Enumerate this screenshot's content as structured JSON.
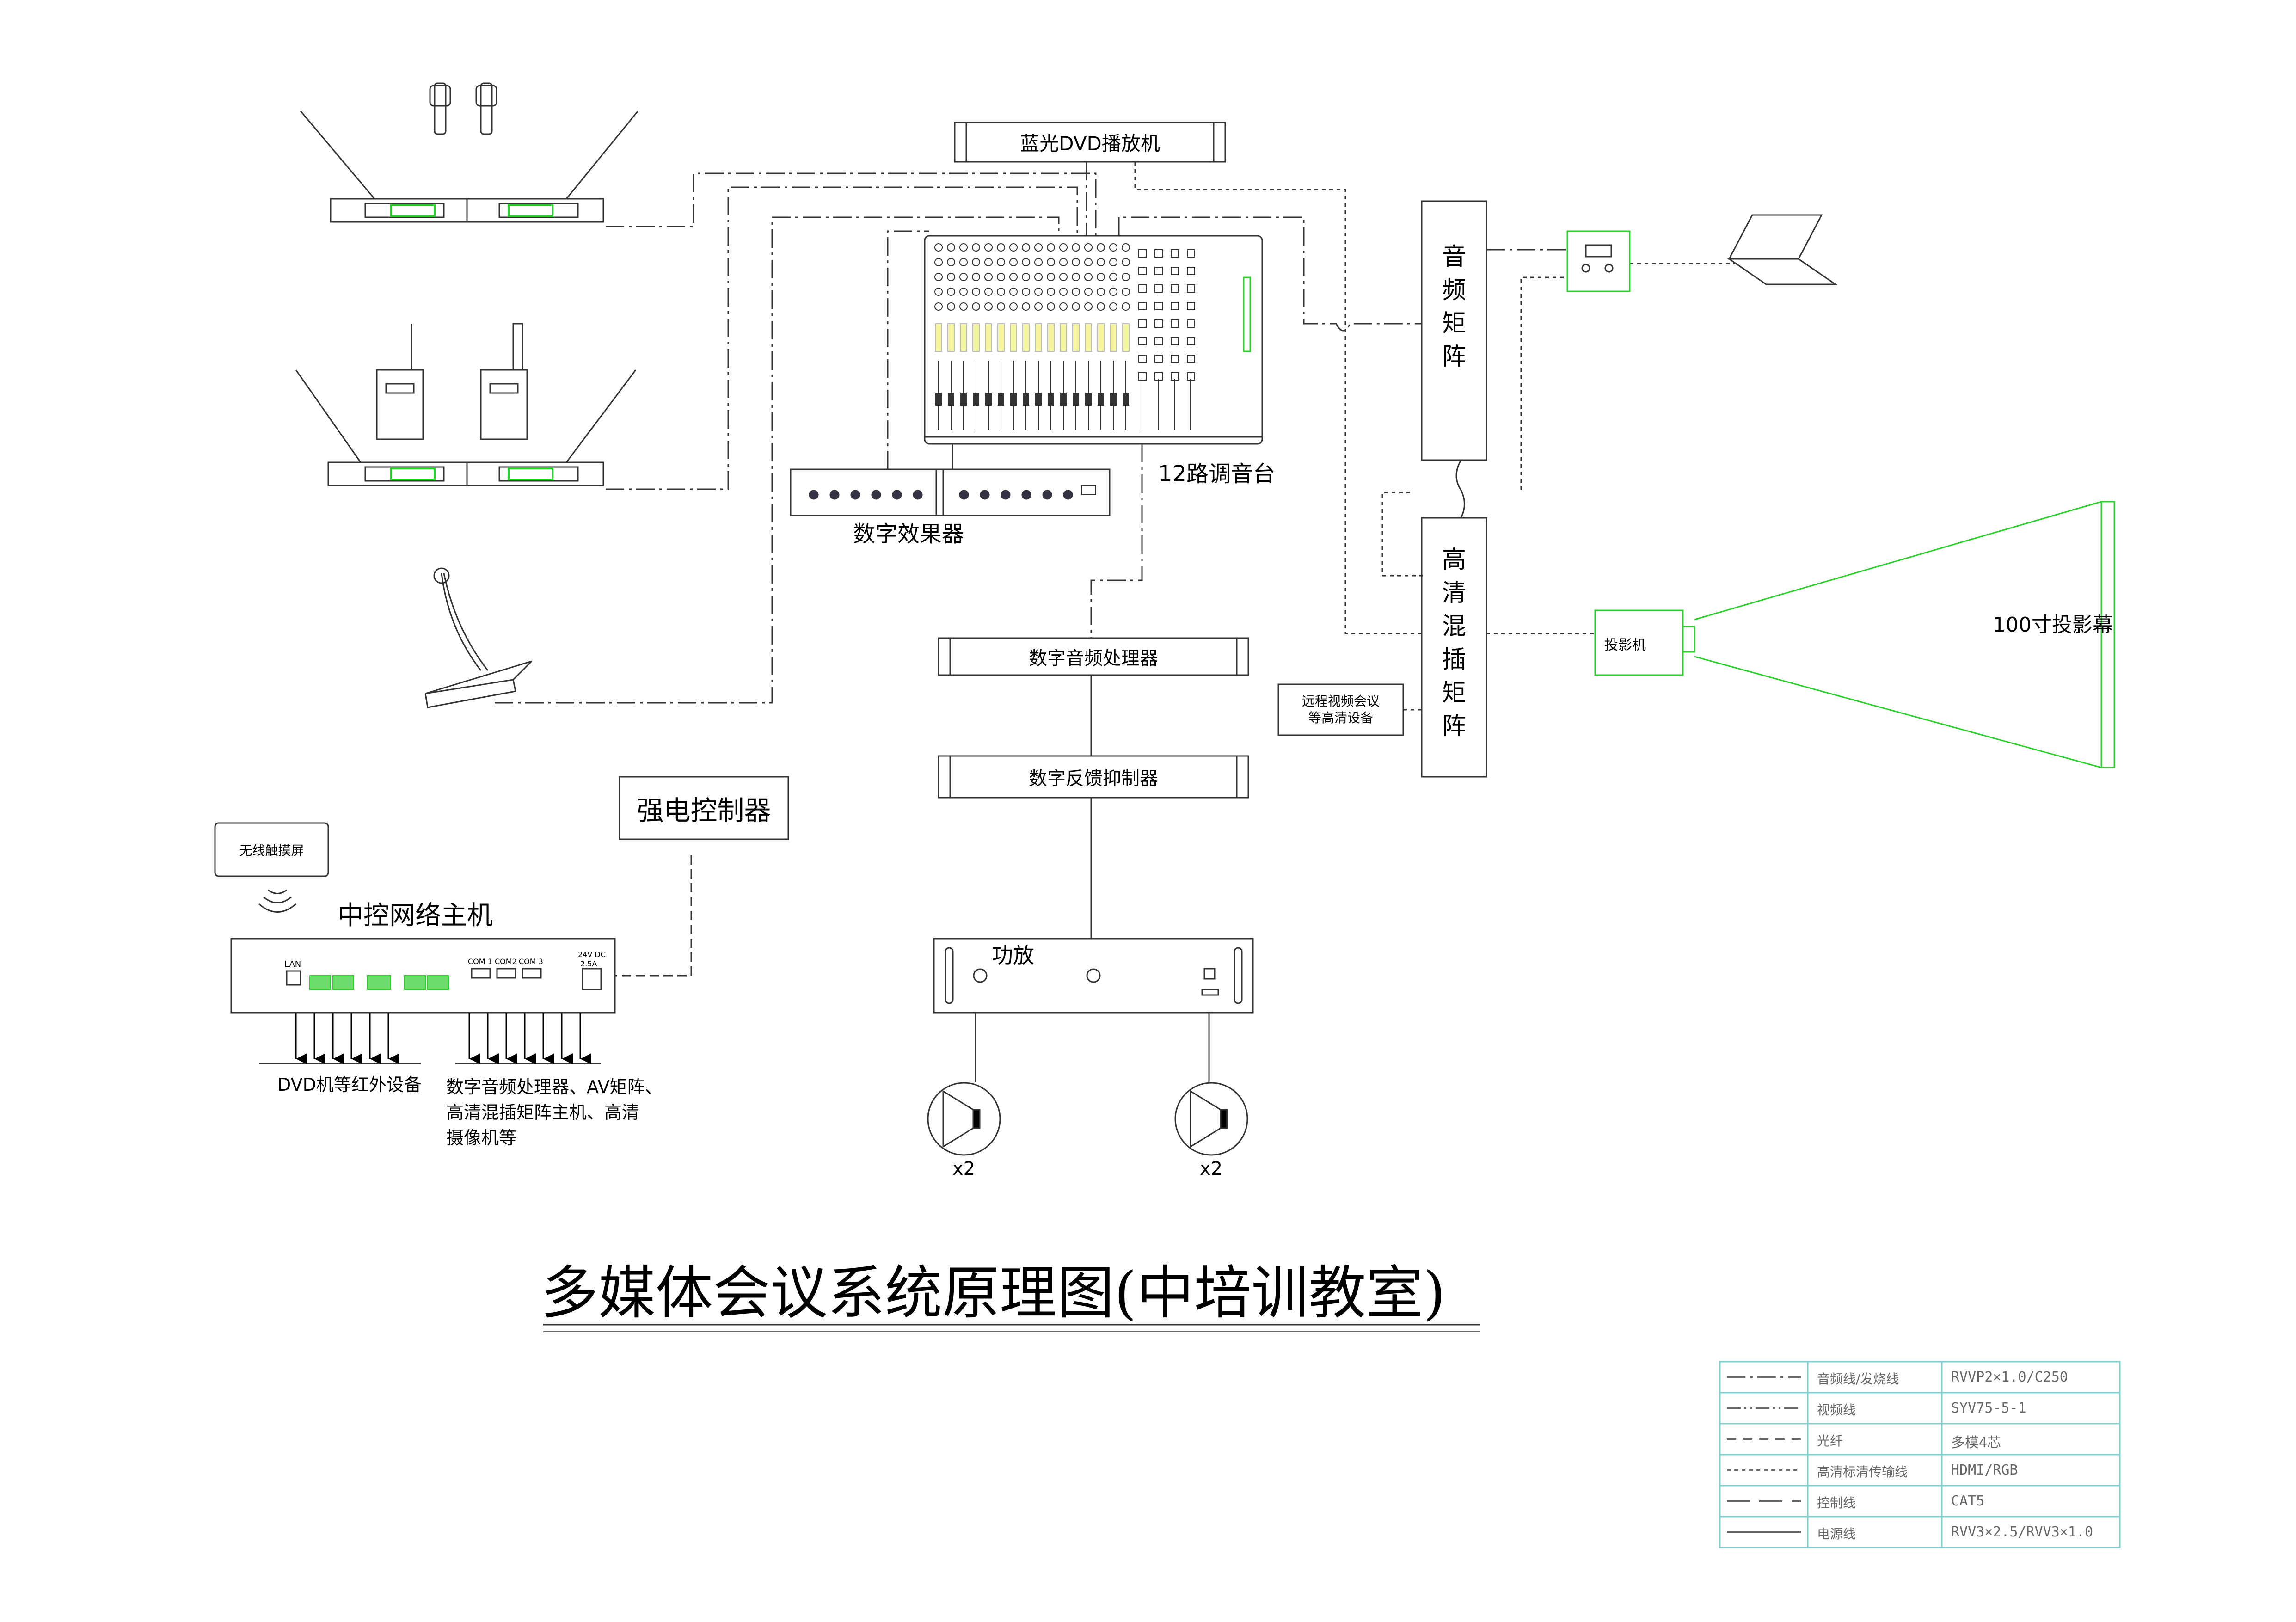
{
  "title": "多媒体会议系统原理图(中培训教室)",
  "devices": {
    "bluray": "蓝光DVD播放机",
    "mixer": "12路调音台",
    "effects": "数字效果器",
    "audio_matrix": "音频矩阵",
    "hd_matrix": "高清混插矩阵",
    "projector": "投影机",
    "screen": "100寸投影幕",
    "remote_video": "远程视频会议等高清设备",
    "dsp": "数字音频处理器",
    "feedback": "数字反馈抑制器",
    "amplifier": "功放",
    "power_controller": "强电控制器",
    "touchscreen": "无线触摸屏",
    "central_control": "中控网络主机",
    "ir_devices": "DVD机等红外设备",
    "serial_devices_line1": "数字音频处理器、AV矩阵、",
    "serial_devices_line2": "高清混插矩阵主机、高清",
    "serial_devices_line3": "摄像机等",
    "speaker_qty_left": "x2",
    "speaker_qty_right": "x2"
  },
  "controller_ports": {
    "lan": "LAN",
    "com1": "COM 1",
    "com2": "COM2",
    "com3": "COM 3",
    "power": "24V DC",
    "power2": "2.5A"
  },
  "legend": {
    "rows": [
      {
        "desc": "音频线/发烧线",
        "spec": "RVVP2×1.0/C250",
        "style": "audio"
      },
      {
        "desc": "视频线",
        "spec": "SYV75-5-1",
        "style": "video"
      },
      {
        "desc": "光纤",
        "spec": "多模4芯",
        "style": "fiber"
      },
      {
        "desc": "高清标清传输线",
        "spec": "HDMI/RGB",
        "style": "hd"
      },
      {
        "desc": "控制线",
        "spec": "CAT5",
        "style": "control"
      },
      {
        "desc": "电源线",
        "spec": "RVV3×2.5/RVV3×1.0",
        "style": "power"
      }
    ]
  },
  "colors": {
    "line": "#333333",
    "green": "#2bd12b",
    "legend": "#7fcfcf"
  }
}
